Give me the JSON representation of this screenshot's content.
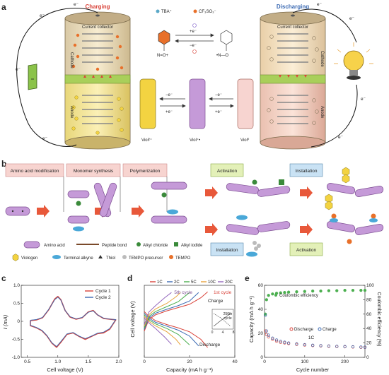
{
  "panels": {
    "a": "a",
    "b": "b",
    "c": "c",
    "d": "d",
    "e": "e"
  },
  "panel_a": {
    "charging": "Charging",
    "discharging": "Discharging",
    "current_collector": "Current collector",
    "cathode": "Cathode",
    "anode": "Anode",
    "electron": "e⁻",
    "tba": "TBA⁺",
    "cf3so3": "CF₃SO₃⁻",
    "plus_e": "+e⁻",
    "minus_e": "−e⁻",
    "tempo_ox": "N=O+",
    "tempo_red": "•N—O",
    "viol2": "Viol²⁺",
    "viol1": "Viol⁺•",
    "viol0": "Viol⁰"
  },
  "panel_b": {
    "steps": [
      "Amino acid modification",
      "Monomer synthesis",
      "Polymerization"
    ],
    "activation": "Activation",
    "installation": "Installation",
    "legend": [
      "Amino acid",
      "Peptide bond",
      "Alkyl chloride",
      "Alkyl iodide",
      "Viologen",
      "Terminal alkyne",
      "Thiol",
      "TEMPO precursor",
      "TEMPO"
    ]
  },
  "colors": {
    "charging": "#d9433a",
    "discharging": "#3b6ab3",
    "coulombic": "#4caf50"
  },
  "chart_data": [
    {
      "type": "line",
      "panel": "c",
      "xlabel": "Cell voltage (V)",
      "ylabel": "I (mA)",
      "xlim": [
        0.4,
        2.0
      ],
      "ylim": [
        -1.0,
        1.0
      ],
      "xticks": [
        0.5,
        1.0,
        1.5,
        2.0
      ],
      "yticks": [
        -1.0,
        -0.5,
        0,
        0.5,
        1.0
      ],
      "legend_position": "top-right",
      "series": [
        {
          "name": "Cycle 1",
          "color": "#d9433a",
          "x": [
            0.55,
            0.65,
            0.75,
            0.85,
            0.95,
            1.0,
            1.05,
            1.12,
            1.2,
            1.3,
            1.4,
            1.5,
            1.58,
            1.65,
            1.75,
            1.85,
            1.95,
            1.85,
            1.75,
            1.65,
            1.55,
            1.45,
            1.35,
            1.25,
            1.15,
            1.05,
            0.98,
            0.9,
            0.82,
            0.74,
            0.65,
            0.55
          ],
          "y": [
            0.02,
            0.04,
            0.1,
            0.32,
            0.62,
            0.69,
            0.6,
            0.3,
            0.12,
            0.06,
            0.1,
            0.26,
            0.3,
            0.18,
            0.08,
            0.06,
            0.04,
            -0.22,
            -0.32,
            -0.34,
            -0.42,
            -0.5,
            -0.42,
            -0.32,
            -0.36,
            -0.58,
            -0.72,
            -0.6,
            -0.4,
            -0.26,
            -0.18,
            -0.12
          ]
        },
        {
          "name": "Cycle 2",
          "color": "#3b6ab3",
          "x": [
            0.55,
            0.65,
            0.75,
            0.85,
            0.95,
            1.0,
            1.05,
            1.12,
            1.2,
            1.3,
            1.4,
            1.5,
            1.58,
            1.65,
            1.75,
            1.85,
            1.95,
            1.85,
            1.75,
            1.65,
            1.55,
            1.45,
            1.35,
            1.25,
            1.15,
            1.05,
            0.98,
            0.9,
            0.82,
            0.74,
            0.65,
            0.55
          ],
          "y": [
            0.03,
            0.05,
            0.11,
            0.33,
            0.6,
            0.67,
            0.59,
            0.3,
            0.13,
            0.07,
            0.11,
            0.25,
            0.29,
            0.18,
            0.09,
            0.06,
            0.05,
            -0.2,
            -0.3,
            -0.33,
            -0.41,
            -0.48,
            -0.41,
            -0.31,
            -0.35,
            -0.56,
            -0.7,
            -0.59,
            -0.39,
            -0.25,
            -0.17,
            -0.11
          ]
        }
      ]
    },
    {
      "type": "line",
      "panel": "d",
      "xlabel": "Capacity (mA h g⁻¹)",
      "ylabel": "Cell voltage (V)",
      "xlim": [
        0,
        40
      ],
      "ylim": [
        0,
        2.2
      ],
      "xticks": [
        0,
        20,
        40
      ],
      "legend": [
        "1C",
        "2C",
        "5C",
        "10C",
        "20C"
      ],
      "legend_colors": [
        "#d9433a",
        "#3b6ab3",
        "#4caf50",
        "#e8a33d",
        "#9467bd"
      ],
      "annotations": [
        "5th cycle",
        "1st cycle",
        "Charge",
        "Discharge",
        "250th cycle"
      ],
      "inset": {
        "xticks": [
          0,
          4,
          8
        ]
      },
      "series": [
        {
          "name": "1C",
          "color": "#d9433a",
          "charge_x": [
            0,
            2,
            5,
            10,
            15,
            20,
            25,
            28
          ],
          "charge_y": [
            0.8,
            1.15,
            1.3,
            1.42,
            1.52,
            1.62,
            1.82,
            2.0
          ],
          "discharge_x": [
            0,
            2,
            5,
            10,
            15,
            20,
            25,
            28
          ],
          "discharge_y": [
            1.4,
            1.25,
            1.12,
            1.0,
            0.9,
            0.78,
            0.55,
            0.3
          ]
        },
        {
          "name": "2C",
          "color": "#3b6ab3",
          "charge_x": [
            0,
            2,
            5,
            10,
            15,
            20,
            24
          ],
          "charge_y": [
            0.85,
            1.2,
            1.35,
            1.47,
            1.58,
            1.72,
            1.98
          ],
          "discharge_x": [
            0,
            2,
            5,
            10,
            15,
            20,
            24
          ],
          "discharge_y": [
            1.35,
            1.2,
            1.07,
            0.95,
            0.83,
            0.65,
            0.35
          ]
        },
        {
          "name": "5C",
          "color": "#4caf50",
          "charge_x": [
            0,
            2,
            5,
            10,
            15,
            20
          ],
          "charge_y": [
            0.9,
            1.25,
            1.4,
            1.55,
            1.7,
            1.98
          ],
          "discharge_x": [
            0,
            2,
            5,
            10,
            15,
            20
          ],
          "discharge_y": [
            1.3,
            1.15,
            1.02,
            0.88,
            0.7,
            0.38
          ]
        },
        {
          "name": "10C",
          "color": "#e8a33d",
          "charge_x": [
            0,
            2,
            5,
            10,
            14,
            16
          ],
          "charge_y": [
            0.95,
            1.3,
            1.48,
            1.65,
            1.85,
            1.98
          ],
          "discharge_x": [
            0,
            2,
            5,
            10,
            14,
            16
          ],
          "discharge_y": [
            1.25,
            1.1,
            0.96,
            0.78,
            0.55,
            0.38
          ]
        },
        {
          "name": "20C",
          "color": "#9467bd",
          "charge_x": [
            0,
            2,
            5,
            9,
            12
          ],
          "charge_y": [
            1.0,
            1.38,
            1.58,
            1.82,
            1.98
          ],
          "discharge_x": [
            0,
            2,
            5,
            9,
            12
          ],
          "discharge_y": [
            1.2,
            1.05,
            0.88,
            0.62,
            0.4
          ]
        }
      ]
    },
    {
      "type": "scatter",
      "panel": "e",
      "xlabel": "Cycle number",
      "ylabel": "Capacity (mA h g⁻¹)",
      "ylabel_right": "Coulombic efficiency (%)",
      "xlim": [
        0,
        250
      ],
      "ylim": [
        0,
        60
      ],
      "ylim_right": [
        0,
        100
      ],
      "xticks": [
        0,
        100,
        200
      ],
      "yticks": [
        0,
        20,
        40,
        60
      ],
      "yticks_right": [
        0,
        20,
        40,
        60,
        80,
        100
      ],
      "annotation": "1C",
      "series": [
        {
          "name": "Coulombic efficiency",
          "color": "#4caf50",
          "axis": "right",
          "x": [
            2,
            5,
            10,
            20,
            30,
            40,
            50,
            60,
            80,
            100,
            120,
            140,
            160,
            180,
            200,
            220,
            240,
            250
          ],
          "y": [
            60,
            80,
            86,
            88,
            89,
            89.5,
            90,
            90.5,
            91,
            91.5,
            92,
            92,
            92.5,
            92.5,
            93,
            93,
            93,
            93
          ]
        },
        {
          "name": "Discharge",
          "color": "#d9433a",
          "axis": "left",
          "x": [
            2,
            5,
            10,
            20,
            30,
            40,
            50,
            60,
            80,
            100,
            120,
            140,
            160,
            180,
            200,
            220,
            240,
            250
          ],
          "y": [
            22,
            19,
            17,
            15,
            13.5,
            12.5,
            12,
            11.5,
            10.8,
            10.2,
            9.8,
            9.5,
            9.2,
            9,
            8.8,
            8.6,
            8.4,
            8.3
          ]
        },
        {
          "name": "Charge",
          "color": "#3b6ab3",
          "axis": "left",
          "x": [
            2,
            5,
            10,
            20,
            30,
            40,
            50,
            60,
            80,
            100,
            120,
            140,
            160,
            180,
            200,
            220,
            240,
            250
          ],
          "y": [
            35,
            22,
            18.5,
            16,
            14.5,
            13.3,
            12.6,
            12,
            11.2,
            10.6,
            10.1,
            9.8,
            9.5,
            9.2,
            9,
            8.8,
            8.6,
            8.5
          ]
        }
      ]
    }
  ]
}
